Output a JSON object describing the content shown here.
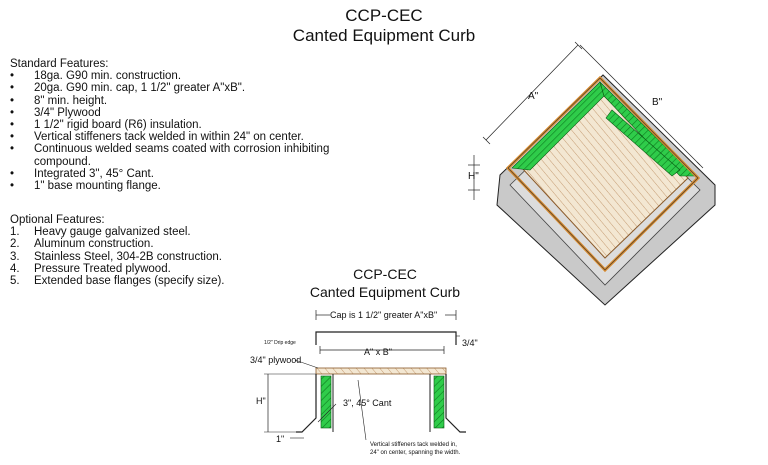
{
  "title": "CCP-CEC",
  "subtitle": "Canted Equipment Curb",
  "standard": {
    "heading": "Standard Features:",
    "items": [
      "18ga. G90 min. construction.",
      "20ga. G90 min. cap, 1 1/2\" greater A\"xB\".",
      "8\" min. height.",
      "3/4\" Plywood",
      "1 1/2\" rigid board (R6) insulation.",
      "Vertical stiffeners tack welded in within 24\" on center.",
      "Continuous welded seams coated with corrosion inhibiting compound.",
      "Integrated 3\", 45° Cant.",
      "1\" base mounting flange."
    ]
  },
  "optional": {
    "heading": "Optional Features:",
    "items": [
      "Heavy gauge galvanized steel.",
      "Aluminum construction.",
      "Stainless Steel, 304-2B construction.",
      "Pressure Treated plywood.",
      "Extended base flanges (specify size)."
    ]
  },
  "iso": {
    "a": "A\"",
    "b": "B\"",
    "h": "H\""
  },
  "section": {
    "title": "CCP-CEC",
    "subtitle": "Canted Equipment Curb",
    "cap": "Cap is 1 1/2\" greater A\"xB\"",
    "drip": "1/2\" Drip edge",
    "three_quarter": "3/4\"",
    "ab": "A\" x B\"",
    "plywood": "3/4\" plywood",
    "h": "H\"",
    "cant": "3\", 45° Cant",
    "one": "1\"",
    "stiff1": "Vertical stiffeners tack welded in,",
    "stiff2": "24\" on center, spanning the width."
  }
}
